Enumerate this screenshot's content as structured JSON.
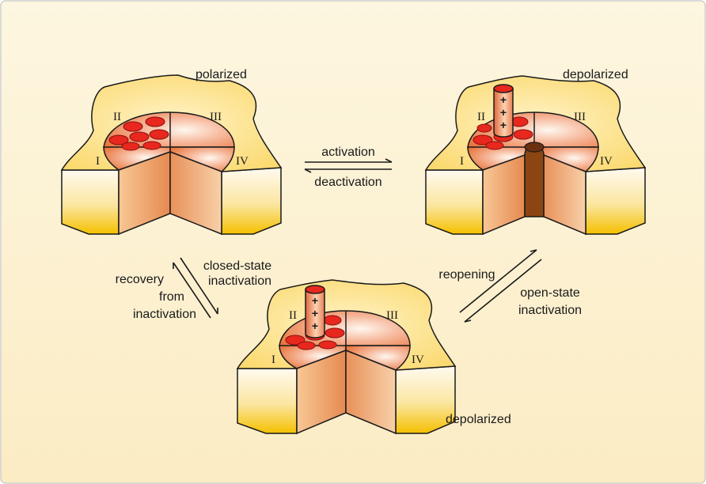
{
  "states": {
    "top_left": {
      "label": "polarized"
    },
    "top_right": {
      "label": "depolarized"
    },
    "bottom": {
      "label": "depolarized"
    }
  },
  "domains": {
    "d1": "I",
    "d2": "II",
    "d3": "III",
    "d4": "IV"
  },
  "sensor_charge": "+",
  "transitions": {
    "activation": "activation",
    "deactivation": "deactivation",
    "closed_state_1": "closed-state",
    "closed_state_2": "inactivation",
    "recovery_1": "recovery",
    "recovery_2": "from",
    "recovery_3": "inactivation",
    "reopening": "reopening",
    "open_state_1": "open-state",
    "open_state_2": "inactivation"
  },
  "colors": {
    "background": "#fdf3d6",
    "membrane": "#fbe39a",
    "pore_dark": "#8b4513",
    "particle_red": "#e8281e",
    "block_orange": "#f0a070"
  }
}
